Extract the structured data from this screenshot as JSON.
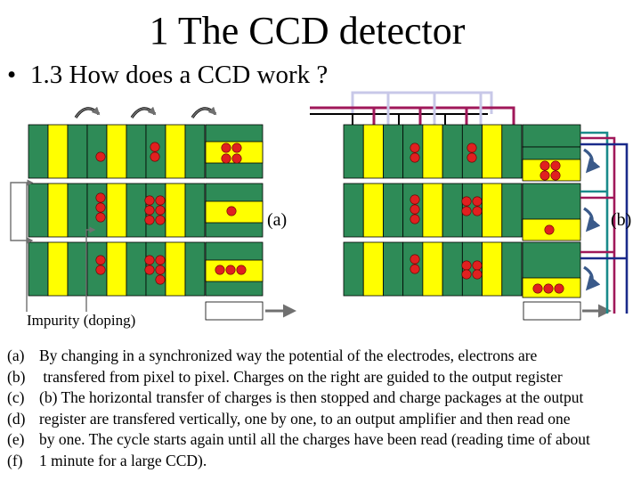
{
  "title": "1 The CCD detector",
  "bullet": {
    "symbol": "•",
    "text": "1.3 How does a CCD work ?"
  },
  "diagram": {
    "impurity_label": "Impurity (doping)",
    "label_a": "(a)",
    "label_b": "(b)",
    "colors": {
      "pixel_green": "#2e8b57",
      "electrode_yellow": "#ffff00",
      "electron_red": "#e02020",
      "arrow_gray": "#707070",
      "wire_lavender": "#c8c8e8",
      "wire_maroon": "#a0185a",
      "wire_teal": "#1a8a8a",
      "wire_navy": "#1a2a8a",
      "curl_arrow_blue": "#3a5a8a"
    },
    "icons": [
      "curved-arrow-icon",
      "right-arrow-icon",
      "electron-icon"
    ]
  },
  "notes": [
    {
      "label": "(a)",
      "text": "By changing in a synchronized way the potential of  the electrodes, electrons are"
    },
    {
      "label": "(b)",
      "text": " transfered from pixel to pixel. Charges on the right are guided to the output register"
    },
    {
      "label": "(c)",
      "text": "(b) The horizontal transfer of charges is then stopped and charge packages at the output"
    },
    {
      "label": "(d)",
      "text": "register are transfered vertically, one by one, to an output amplifier and then read one"
    },
    {
      "label": "(e)",
      "text": "by one. The cycle starts again until all the charges have been read (reading time of about"
    },
    {
      "label": "(f)",
      "text": "1 minute for a large CCD)."
    }
  ]
}
